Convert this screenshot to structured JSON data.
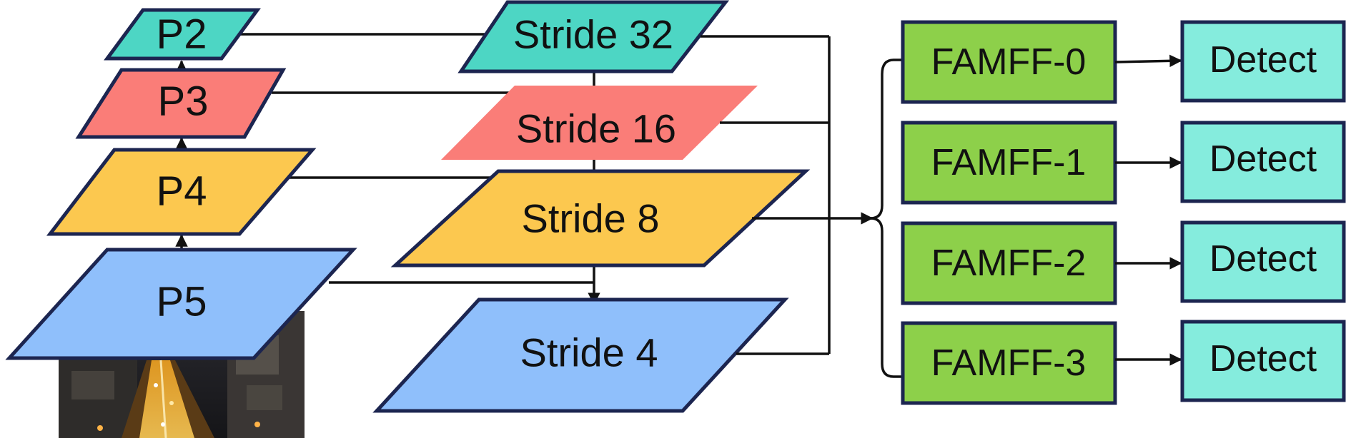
{
  "pyramid": {
    "p2": "P2",
    "p3": "P3",
    "p4": "P4",
    "p5": "P5"
  },
  "strides": {
    "s32": "Stride 32",
    "s16": "Stride 16",
    "s8": "Stride 8",
    "s4": "Stride 4"
  },
  "famff": [
    "FAMFF-0",
    "FAMFF-1",
    "FAMFF-2",
    "FAMFF-3"
  ],
  "detect": [
    "Detect",
    "Detect",
    "Detect",
    "Detect"
  ],
  "colors": {
    "teal": "#4dd6c4",
    "salmon": "#fa7d78",
    "yellow": "#fcc84f",
    "blue": "#8fbffb",
    "green": "#8dd04a",
    "detect": "#85ecdd",
    "outline": "#1c2550"
  }
}
